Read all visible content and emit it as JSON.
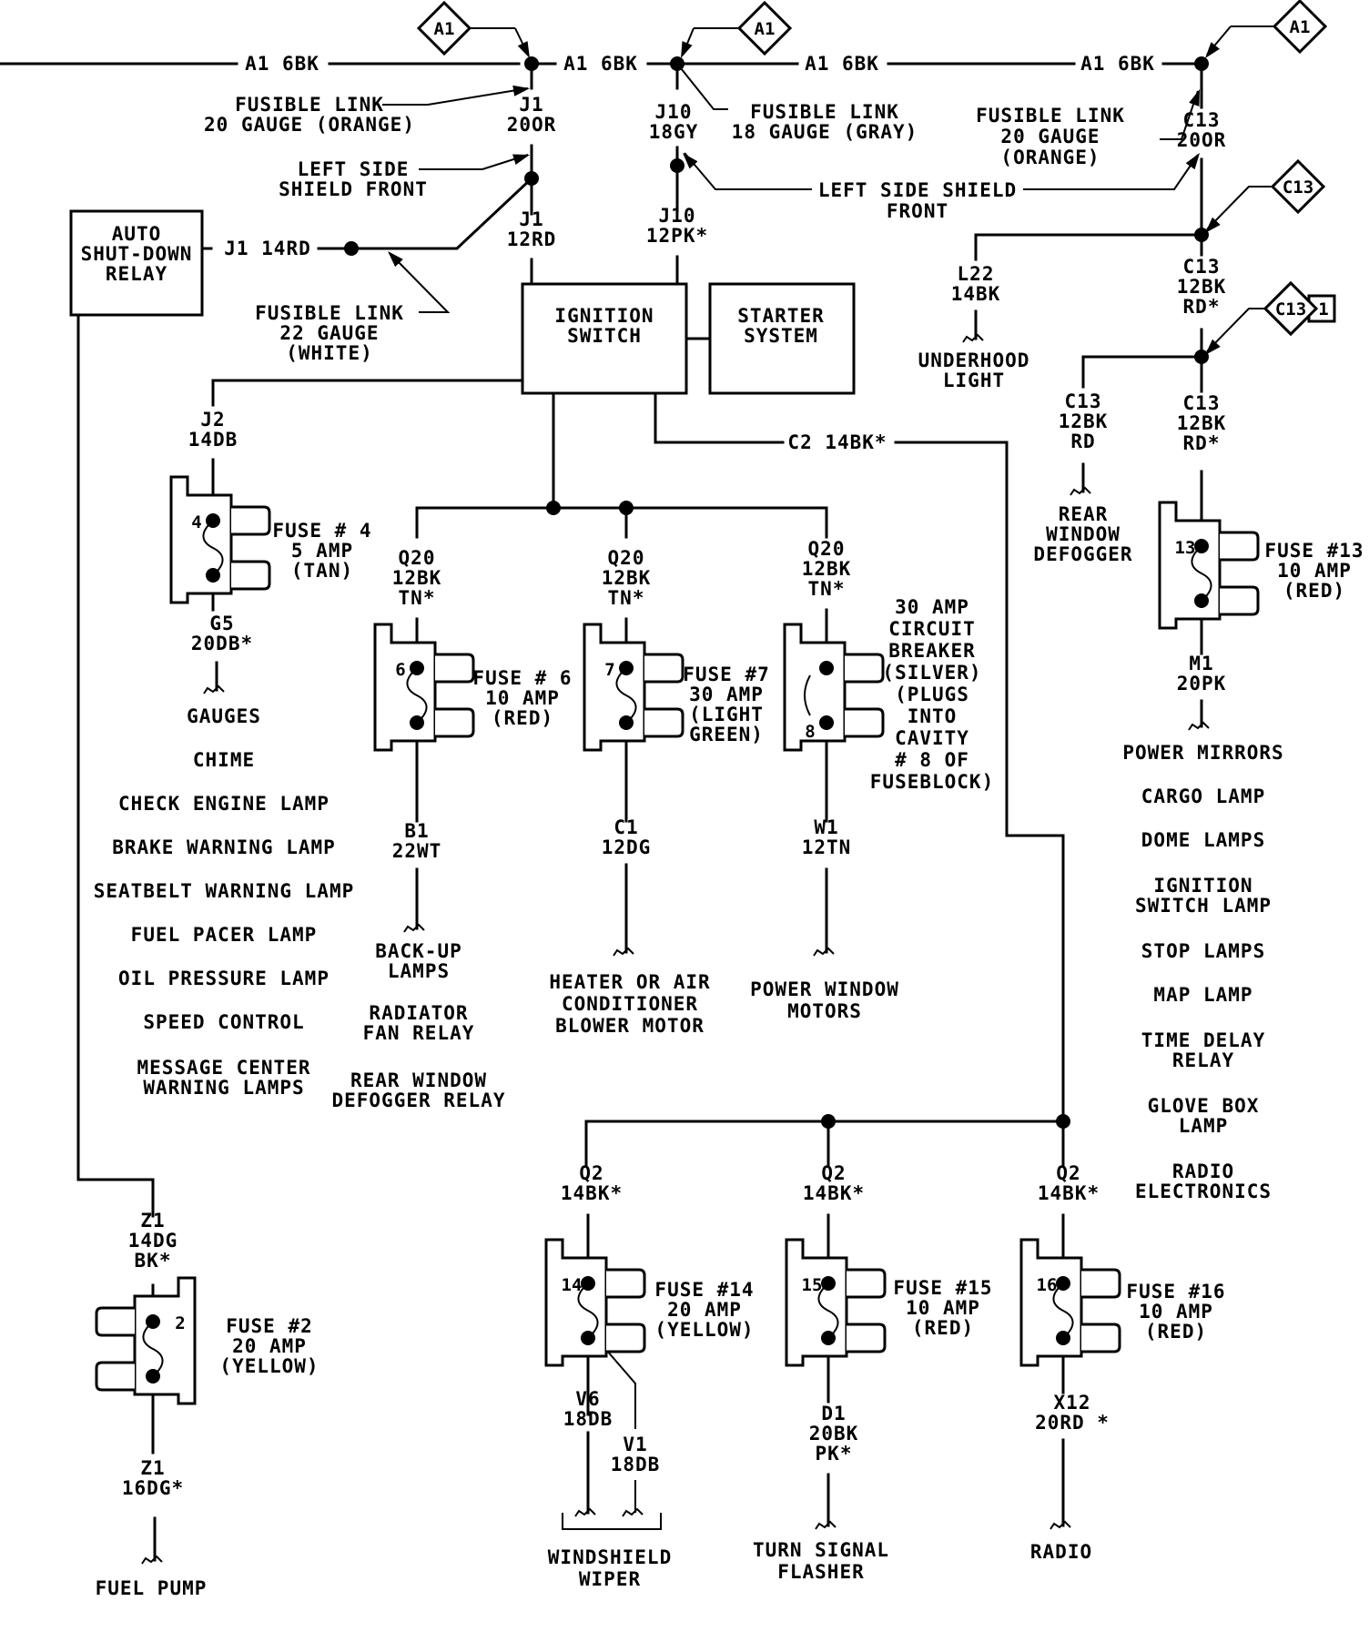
{
  "title": "Fuse block / power distribution wiring diagram",
  "colors": {
    "ink": "#000000",
    "paper": "#ffffff"
  },
  "top_bus": {
    "wire_labels": [
      "A1 6BK",
      "A1 6BK",
      "A1 6BK",
      "A1 6BK"
    ],
    "connectors": [
      {
        "id": "c1",
        "label": "A1"
      },
      {
        "id": "c2",
        "label": "A1"
      },
      {
        "id": "c3",
        "label": "A1"
      },
      {
        "id": "c4",
        "label": "C13"
      },
      {
        "id": "c5",
        "label": "C13",
        "tag": "1"
      }
    ]
  },
  "fusible_links": {
    "j1": [
      "FUSIBLE LINK",
      "20 GAUGE (ORANGE)"
    ],
    "j10": [
      "FUSIBLE LINK",
      "18 GAUGE (GRAY)"
    ],
    "c13": [
      "FUSIBLE LINK",
      "20 GAUGE",
      "(ORANGE)"
    ],
    "asd": [
      "FUSIBLE LINK",
      "22 GAUGE",
      "(WHITE)"
    ]
  },
  "shield_labels": {
    "left": [
      "LEFT SIDE",
      "SHIELD FRONT"
    ],
    "right": [
      "LEFT SIDE SHIELD",
      "FRONT"
    ]
  },
  "wires": {
    "j1_20or": [
      "J1",
      "20OR"
    ],
    "j1_12rd": [
      "J1",
      "12RD"
    ],
    "j10_18gy": [
      "J10",
      "18GY"
    ],
    "j10_12pk": [
      "J10",
      "12PK*"
    ],
    "c13_20or": [
      "C13",
      "20OR"
    ],
    "j1_14rd": "J1 14RD",
    "l22": [
      "L22",
      "14BK"
    ],
    "c13_12bk_rd_top": [
      "C13",
      "12BK",
      "RD*"
    ],
    "c13_12bk_rd_left": [
      "C13",
      "12BK",
      "RD"
    ],
    "c13_12bk_rd_right": [
      "C13",
      "12BK",
      "RD*"
    ],
    "j2": [
      "J2",
      "14DB"
    ],
    "c2": "C2 14BK*",
    "q20_a": [
      "Q20",
      "12BK",
      "TN*"
    ],
    "q20_b": [
      "Q20",
      "12BK",
      "TN*"
    ],
    "q20_c": [
      "Q20",
      "12BK",
      "TN*"
    ],
    "g5": [
      "G5",
      "20DB*"
    ],
    "b1": [
      "B1",
      "22WT"
    ],
    "c1": [
      "C1",
      "12DG"
    ],
    "w1": [
      "W1",
      "12TN"
    ],
    "m1": [
      "M1",
      "20PK"
    ],
    "q2_a": [
      "Q2",
      "14BK*"
    ],
    "q2_b": [
      "Q2",
      "14BK*"
    ],
    "q2_c": [
      "Q2",
      "14BK*"
    ],
    "v6": [
      "V6",
      "18DB"
    ],
    "v1": [
      "V1",
      "18DB"
    ],
    "d1": [
      "D1",
      "20BK",
      "PK*"
    ],
    "x12": [
      "X12",
      "20RD *"
    ],
    "z1_top": [
      "Z1",
      "14DG",
      "BK*"
    ],
    "z1_bot": [
      "Z1",
      "16DG*"
    ]
  },
  "components": {
    "asd_relay": [
      "AUTO",
      "SHUT-DOWN",
      "RELAY"
    ],
    "ignition_switch": [
      "IGNITION",
      "SWITCH"
    ],
    "starter_system": [
      "STARTER",
      "SYSTEM"
    ]
  },
  "fuses": [
    {
      "id": "f4",
      "cavity": "4",
      "label": [
        "FUSE # 4",
        "5 AMP",
        "(TAN)"
      ]
    },
    {
      "id": "f6",
      "cavity": "6",
      "label": [
        "FUSE # 6",
        "10 AMP",
        "(RED)"
      ]
    },
    {
      "id": "f7",
      "cavity": "7",
      "label": [
        "FUSE #7",
        "30 AMP",
        "(LIGHT",
        "GREEN)"
      ]
    },
    {
      "id": "cb8",
      "cavity": "8",
      "label": [
        "30 AMP",
        "CIRCUIT",
        "BREAKER",
        "(SILVER)",
        "(PLUGS",
        "INTO",
        "CAVITY",
        "# 8 OF",
        "FUSEBLOCK)"
      ]
    },
    {
      "id": "f13",
      "cavity": "13",
      "label": [
        "FUSE #13",
        "10 AMP",
        "(RED)"
      ]
    },
    {
      "id": "f14",
      "cavity": "14",
      "label": [
        "FUSE #14",
        "20 AMP",
        "(YELLOW)"
      ]
    },
    {
      "id": "f15",
      "cavity": "15",
      "label": [
        "FUSE #15",
        "10 AMP",
        "(RED)"
      ]
    },
    {
      "id": "f16",
      "cavity": "16",
      "label": [
        "FUSE #16",
        "10 AMP",
        "(RED)"
      ]
    },
    {
      "id": "f2",
      "cavity": "2",
      "label": [
        "FUSE #2",
        "20 AMP",
        "(YELLOW)"
      ]
    }
  ],
  "loads": {
    "underhood": [
      "UNDERHOOD",
      "LIGHT"
    ],
    "rear_defogger": [
      "REAR",
      "WINDOW",
      "DEFOGGER"
    ],
    "fuse4_loads": [
      "GAUGES",
      "CHIME",
      "CHECK ENGINE LAMP",
      "BRAKE WARNING LAMP",
      "SEATBELT WARNING LAMP",
      "FUEL PACER LAMP",
      "OIL PRESSURE LAMP",
      "SPEED CONTROL",
      "MESSAGE CENTER|WARNING LAMPS"
    ],
    "fuse6_loads": [
      "BACK-UP|LAMPS",
      "RADIATOR|FAN RELAY",
      "REAR WINDOW|DEFOGGER RELAY"
    ],
    "fuse7_loads": [
      "HEATER OR AIR",
      "CONDITIONER",
      "BLOWER MOTOR"
    ],
    "cb8_loads": [
      "POWER WINDOW",
      "MOTORS"
    ],
    "fuse13_loads": [
      "POWER MIRRORS",
      "CARGO LAMP",
      "DOME LAMPS",
      "IGNITION|SWITCH LAMP",
      "STOP LAMPS",
      "MAP LAMP",
      "TIME DELAY|RELAY",
      "GLOVE BOX|LAMP",
      "RADIO|ELECTRONICS"
    ],
    "fuse14_loads": [
      "WINDSHIELD",
      "WIPER"
    ],
    "fuse15_loads": [
      "TURN SIGNAL",
      "FLASHER"
    ],
    "fuse16_loads": [
      "RADIO"
    ],
    "fuse2_loads": [
      "FUEL PUMP"
    ]
  }
}
